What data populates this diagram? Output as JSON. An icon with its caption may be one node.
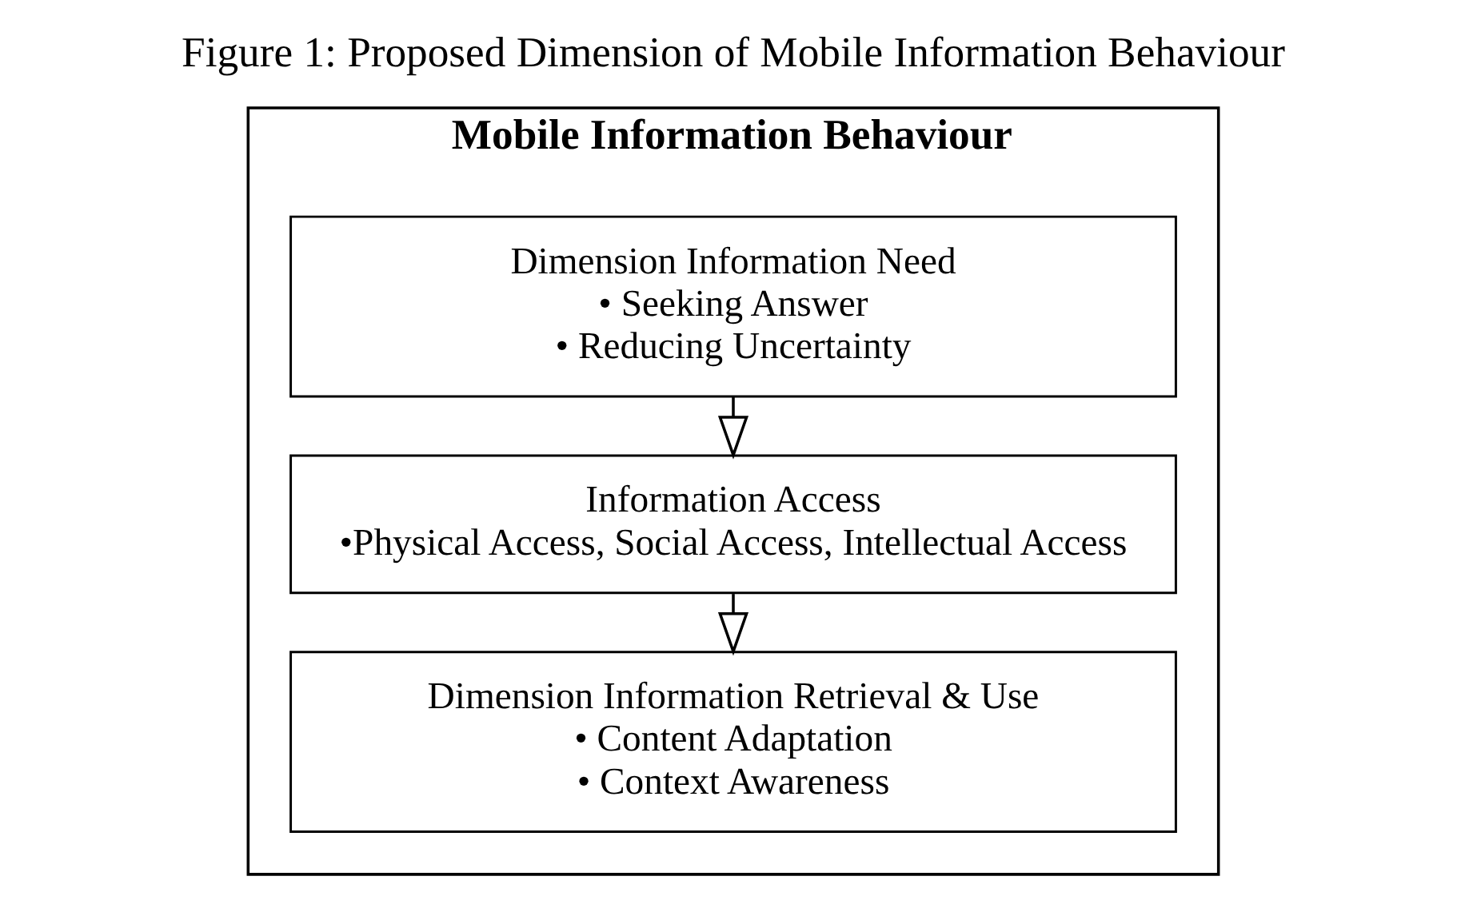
{
  "diagram": {
    "title": "Figure 1: Proposed Dimension of Mobile Information Behaviour",
    "nodes": [
      {
        "text": [
          "Mobile Information Behaviour"
        ]
      },
      {
        "text": [
          "Dimension Information Need",
          "• Seeking Answer",
          "• Reducing Uncertainty"
        ],
        "in": 0
      },
      {
        "text": [
          "Information Access",
          "•Physical Access, Social Access, Intellectual Access"
        ],
        "in": 0
      },
      {
        "text": [
          "Dimension Information Retrieval & Use",
          "• Content Adaptation",
          "• Context Awareness"
        ],
        "in": 0
      }
    ],
    "edges": [
      {
        "from": 1,
        "to": 2,
        "arrow": "to"
      },
      {
        "from": 2,
        "to": 3,
        "arrow": "to"
      }
    ]
  }
}
